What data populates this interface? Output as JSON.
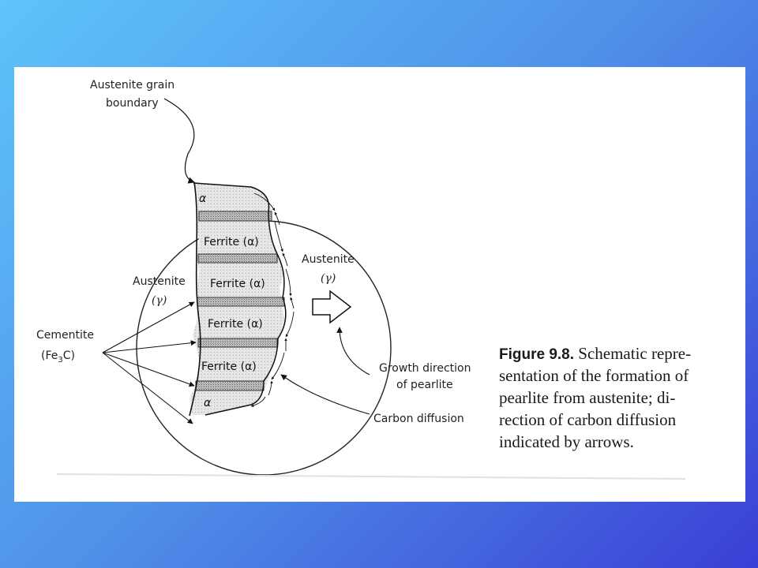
{
  "labels": {
    "grain_boundary_1": "Austenite grain",
    "grain_boundary_2": "boundary",
    "austenite_left": "Austenite",
    "gamma_left": "(γ)",
    "austenite_right": "Austenite",
    "gamma_right": "(γ)",
    "cementite": "Cementite",
    "cementite_formula_a": "(Fe",
    "cementite_formula_sub": "3",
    "cementite_formula_b": "C)",
    "growth_1": "Growth direction",
    "growth_2": "of pearlite",
    "carbon_diffusion": "Carbon diffusion"
  },
  "phases": {
    "alpha_top": "α",
    "ferrite_1": "Ferrite (α)",
    "ferrite_2": "Ferrite (α)",
    "ferrite_3": "Ferrite (α)",
    "ferrite_4": "Ferrite (α)",
    "alpha_bottom": "α"
  },
  "caption": {
    "figure_number": "Figure 9.8.",
    "line1_rest": " Schematic repre-",
    "line2": "sentation of the formation of",
    "line3": "pearlite from austenite; di-",
    "line4": "rection of carbon diffusion",
    "line5": "indicated by arrows."
  }
}
